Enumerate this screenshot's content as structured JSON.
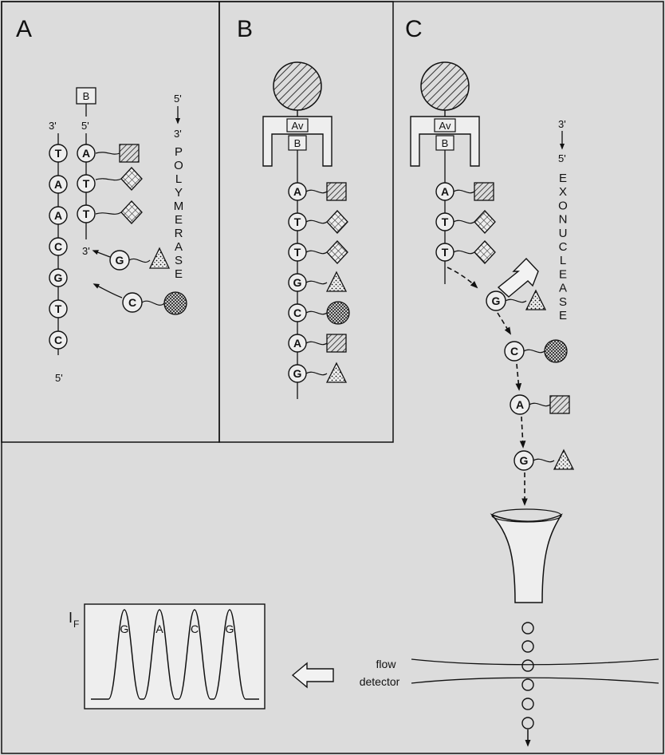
{
  "colors": {
    "background": "#dcdcdc",
    "ink": "#111111"
  },
  "panels": {
    "a": {
      "letter": "A",
      "biotin": "B",
      "template_3": "3'",
      "template_5": "5'",
      "primer_5": "5'",
      "primer_3": "3'",
      "template_bases": [
        "T",
        "A",
        "A",
        "C",
        "G",
        "T",
        "C"
      ],
      "primer_bases": [
        "A",
        "T",
        "T"
      ],
      "incoming_bases": [
        "G",
        "C"
      ],
      "direction_top": "5'",
      "direction_bottom": "3'",
      "enzyme": [
        "P",
        "O",
        "L",
        "Y",
        "M",
        "E",
        "R",
        "A",
        "S",
        "E"
      ]
    },
    "b": {
      "letter": "B",
      "avidin": "Av",
      "biotin": "B",
      "bases": [
        "A",
        "T",
        "T",
        "G",
        "C",
        "A",
        "G"
      ]
    },
    "c": {
      "letter": "C",
      "avidin": "Av",
      "biotin": "B",
      "bound_bases": [
        "A",
        "T",
        "T"
      ],
      "released_bases": [
        "G",
        "C",
        "A",
        "G"
      ],
      "direction_top": "3'",
      "direction_bottom": "5'",
      "enzyme": [
        "E",
        "X",
        "O",
        "N",
        "U",
        "C",
        "L",
        "E",
        "A",
        "S",
        "E"
      ]
    }
  },
  "detection": {
    "label_line1": "flow",
    "label_line2": "detector",
    "y_label": "I",
    "y_label_sub": "F",
    "peaks": [
      "G",
      "A",
      "C",
      "G"
    ]
  }
}
